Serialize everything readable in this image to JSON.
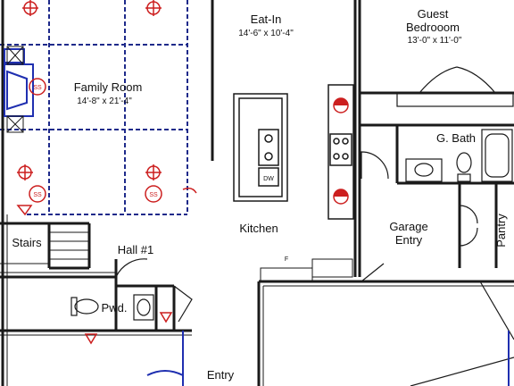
{
  "rooms": {
    "eat_in": {
      "name": "Eat-In",
      "dims": "14'-6\" x 10'-4\""
    },
    "guest_bedroom": {
      "name_line1": "Guest",
      "name_line2": "Bedrooom",
      "dims": "13'-0\" x 11'-0\""
    },
    "family_room": {
      "name": "Family Room",
      "dims": "14'-8\" x 21'-4\""
    },
    "g_bath": {
      "name": "G. Bath"
    },
    "kitchen": {
      "name": "Kitchen"
    },
    "garage_entry": {
      "name_line1": "Garage",
      "name_line2": "Entry"
    },
    "stairs": {
      "name": "Stairs"
    },
    "hall": {
      "name": "Hall #1"
    },
    "pantry": {
      "name": "Pantry"
    },
    "pwd": {
      "name": "Pwd."
    },
    "entry": {
      "name": "Entry"
    }
  },
  "fixtures": {
    "dishwasher": "DW",
    "fridge": "F",
    "smoke_detector": "SS"
  },
  "colors": {
    "wall": "#1a1a1a",
    "electrical": "#cc1f1f",
    "window": "#1f2fb0",
    "dashed_beam": "#1e2a8a"
  }
}
